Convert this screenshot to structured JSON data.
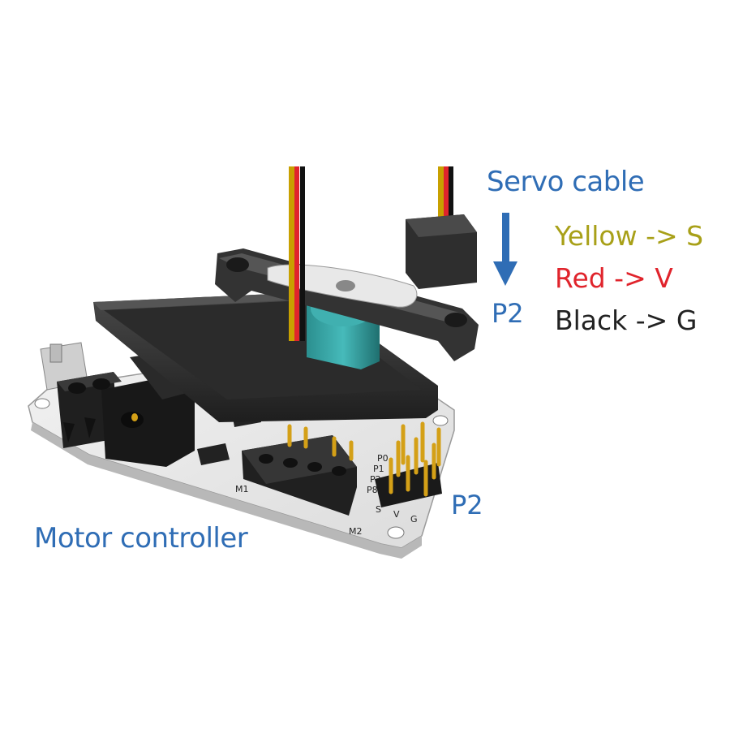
{
  "colors": {
    "label_blue": "#2f6db5",
    "yellow": "#a8a018",
    "red": "#e0242c",
    "black": "#222222",
    "pcb": "#e9e9e9",
    "plastic": "#303030",
    "servo_body": "#34a3a3",
    "pin_gold": "#d4a017"
  },
  "labels": {
    "servo_cable": "Servo cable",
    "p2_upper": "P2",
    "p2_lower": "P2",
    "motor_controller": "Motor controller"
  },
  "legend": [
    {
      "text": "Yellow -> S",
      "color": "#a8a018"
    },
    {
      "text": "Red -> V",
      "color": "#e0242c"
    },
    {
      "text": "Black -> G",
      "color": "#222222"
    }
  ],
  "pcb_marks": {
    "m1": "M1",
    "m2": "M2",
    "pins": [
      "S",
      "V",
      "G"
    ],
    "ports": [
      "P0",
      "P1",
      "P2",
      "P8"
    ]
  },
  "icons": [
    "down-arrow-icon"
  ]
}
